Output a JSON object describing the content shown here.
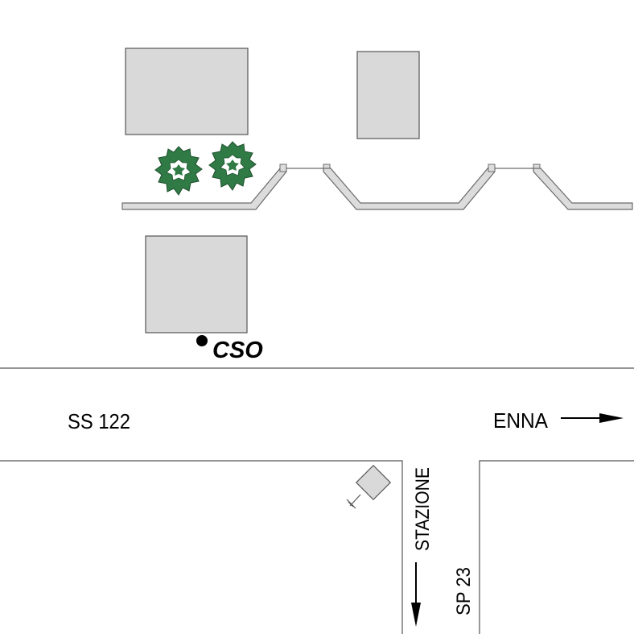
{
  "map": {
    "colors": {
      "building_fill": "#d9d9d9",
      "building_stroke": "#555555",
      "road_line": "#555555",
      "wall_fill": "#dcdcdc",
      "wall_stroke": "#6b6b6b",
      "tree_leaf": "#2f7a45",
      "tree_leaf_light": "#ffffff",
      "text": "#000000"
    },
    "labels": {
      "station_code": "CSO",
      "main_road": "SS 122",
      "destination": "ENNA",
      "side_road_left": "STAZIONE",
      "side_road_right": "SP 23"
    },
    "icons": {
      "station_marker": "station-dot-icon",
      "tree": "tree-icon",
      "sign": "roadsign-icon",
      "arrow_right": "arrow-right-icon",
      "arrow_down": "arrow-down-icon"
    }
  }
}
